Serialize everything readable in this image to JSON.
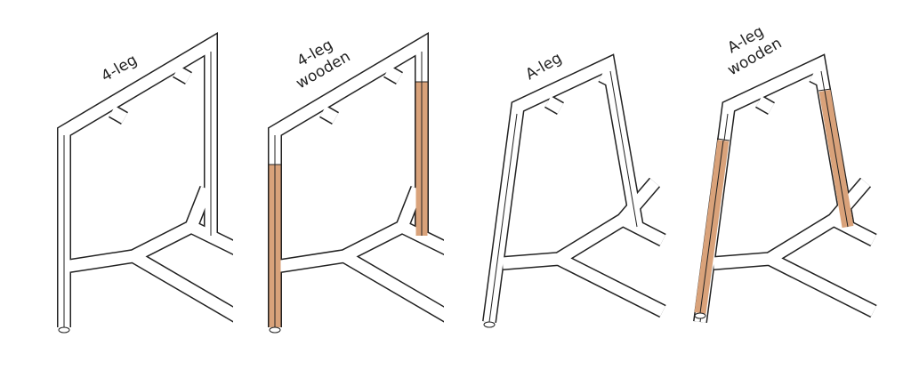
{
  "title": "Table leg styles",
  "colors": {
    "wood": "#d9a27a",
    "outline": "#222222"
  },
  "variants": [
    {
      "line1": "4-leg",
      "line2": ""
    },
    {
      "line1": "4-leg",
      "line2": "wooden"
    },
    {
      "line1": "A-leg",
      "line2": ""
    },
    {
      "line1": "A-leg",
      "line2": "wooden"
    }
  ]
}
